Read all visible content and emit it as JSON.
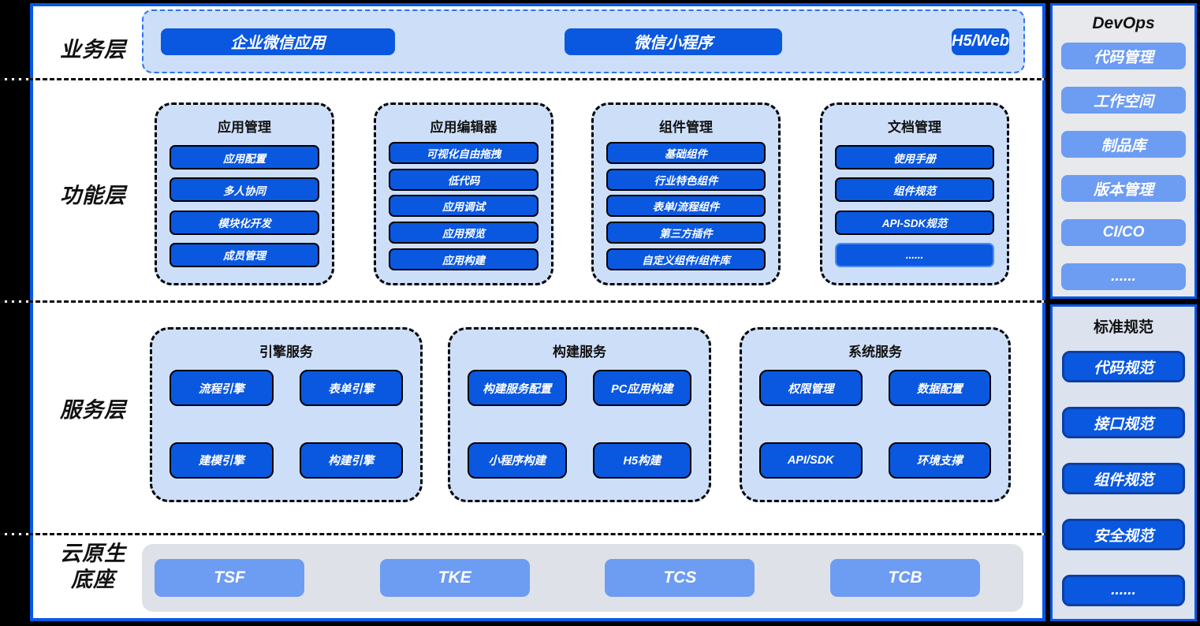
{
  "colors": {
    "frame_blue": "#0857e8",
    "node_dark_blue": "#0a58e0",
    "node_light_blue": "#6d9cf3",
    "container_light_blue": "#cddff8",
    "cloud_strip_gray": "#dfe1e8",
    "devops_panel_gray": "#e7e9ed",
    "spec_panel_gray": "#dce3ee",
    "spec_button_border": "#0a3fa6",
    "outer_background": "#000000"
  },
  "layers": {
    "business": {
      "label": "业务层",
      "items": [
        "企业微信应用",
        "微信小程序",
        "H5/Web"
      ]
    },
    "function": {
      "label": "功能层",
      "groups": [
        {
          "title": "应用管理",
          "items": [
            "应用配置",
            "多人协同",
            "模块化开发",
            "成员管理"
          ]
        },
        {
          "title": "应用编辑器",
          "items": [
            "可视化自由拖拽",
            "低代码",
            "应用调试",
            "应用预览",
            "应用构建"
          ]
        },
        {
          "title": "组件管理",
          "items": [
            "基础组件",
            "行业特色组件",
            "表单/流程组件",
            "第三方插件",
            "自定义组件/组件库"
          ]
        },
        {
          "title": "文档管理",
          "items": [
            "使用手册",
            "组件规范",
            "API-SDK规范",
            "......"
          ]
        }
      ]
    },
    "service": {
      "label": "服务层",
      "groups": [
        {
          "title": "引擎服务",
          "items": [
            "流程引擎",
            "表单引擎",
            "建模引擎",
            "构建引擎"
          ]
        },
        {
          "title": "构建服务",
          "items": [
            "构建服务配置",
            "PC应用构建",
            "小程序构建",
            "H5构建"
          ]
        },
        {
          "title": "系统服务",
          "items": [
            "权限管理",
            "数据配置",
            "API/SDK",
            "环境支撑"
          ]
        }
      ]
    },
    "cloud": {
      "label": "云原生底座",
      "label_line1": "云原生",
      "label_line2": "底座",
      "items": [
        "TSF",
        "TKE",
        "TCS",
        "TCB"
      ]
    }
  },
  "side_panels": {
    "devops": {
      "title": "DevOps",
      "items": [
        "代码管理",
        "工作空间",
        "制品库",
        "版本管理",
        "CI/CO",
        "......"
      ]
    },
    "spec": {
      "title": "标准规范",
      "items": [
        "代码规范",
        "接口规范",
        "组件规范",
        "安全规范",
        "......"
      ]
    }
  }
}
